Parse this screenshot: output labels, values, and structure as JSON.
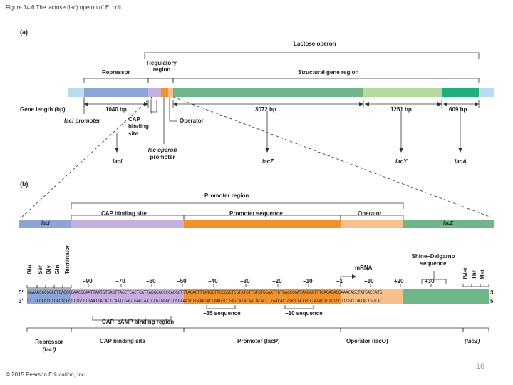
{
  "caption": "Figure 14.6 The lactose (lac) operon of E. coli.",
  "panel_a": {
    "label": "(a)",
    "lactose_operon": "Lactose operon",
    "repressor": "Repressor",
    "regulatory_region_line1": "Regulatory",
    "regulatory_region_line2": "region",
    "structural_gene_region": "Structural gene region",
    "gene_length_label": "Gene length (bp)",
    "len_laci": "1040 bp",
    "len_lacz": "3072 bp",
    "len_lacy": "1251 bp",
    "len_laca": "609 bp",
    "laci_promoter": "lacI promoter",
    "cap_line1": "CAP",
    "cap_line2": "binding",
    "cap_line3": "site",
    "operator": "Operator",
    "lac_operon_promoter_line1": "lac operon",
    "lac_operon_promoter_line2": "promoter",
    "gene_laci": "lacI",
    "gene_lacz": "lacZ",
    "gene_lacy": "lacY",
    "gene_laca": "lacA",
    "colors": {
      "laci": "#8ea4d6",
      "cap": "#c6aede",
      "promoter": "#f0922e",
      "operator": "#f7c08a",
      "lacz": "#6fb58a",
      "lacy": "#b5d99a",
      "laca": "#1fae7d",
      "flank": "#b9dcef"
    }
  },
  "panel_b": {
    "label": "(b)",
    "promoter_region": "Promoter region",
    "cap_binding_site": "CAP binding site",
    "promoter_sequence": "Promoter sequence",
    "operator": "Operator",
    "bar_laci": "lacI",
    "bar_lacz": "lacZ",
    "aa_glu": "Glu",
    "aa_ser": "Ser",
    "aa_gly": "Gly",
    "aa_gln": "Gln",
    "terminator": "Terminator",
    "shine_dalgarno_line1": "Shine–Dalgarno",
    "shine_dalgarno_line2": "sequence",
    "fmet": "fMet",
    "thr": "Thr",
    "met": "Met",
    "mrna": "mRNA",
    "positions": [
      "−90",
      "−70",
      "−60",
      "−50",
      "−40",
      "−30",
      "−20",
      "−10",
      "+1",
      "+10",
      "+20",
      "+30"
    ],
    "five_prime": "5′",
    "three_prime": "3′",
    "seq_top": "GAAAGCGGGCAGTGAGCGCAACGCAATTAATGTGAGTTAGCTCACTCATTAGGCACCCCAGGCTTTACACTTTATGCTTCCGGCTCGTATGTTGTGTGGAATTGTGAGCGGATAACAATTTCACACAGGAAACAGCTATGACCATG",
    "seq_bottom": "CTTTCGCCCGTCACTCGCGTTGCGTTAATTACACTCAATCGAGTGAGTAATCCGTGGGGTCCGAAATGTGAAATACGAAGGCCGAGCATACAACACACCTTAACACTCGCCTATTGTTAAAGTGTGTCCTTTGTCGATACTGGTAC",
    "minus35": "−35 sequence",
    "minus10": "−10 sequence",
    "camp_binding": "CAP–cAMP binding region",
    "bottom_repressor_line1": "Repressor",
    "bottom_repressor_line2": "(lacI)",
    "bottom_cap": "CAP binding site",
    "bottom_promoter": "Promoter (lacP)",
    "bottom_operator": "Operator (lacO)",
    "bottom_lacz": "(lacZ)"
  },
  "page_number": "18",
  "copyright": "© 2015 Pearson Education, Inc."
}
